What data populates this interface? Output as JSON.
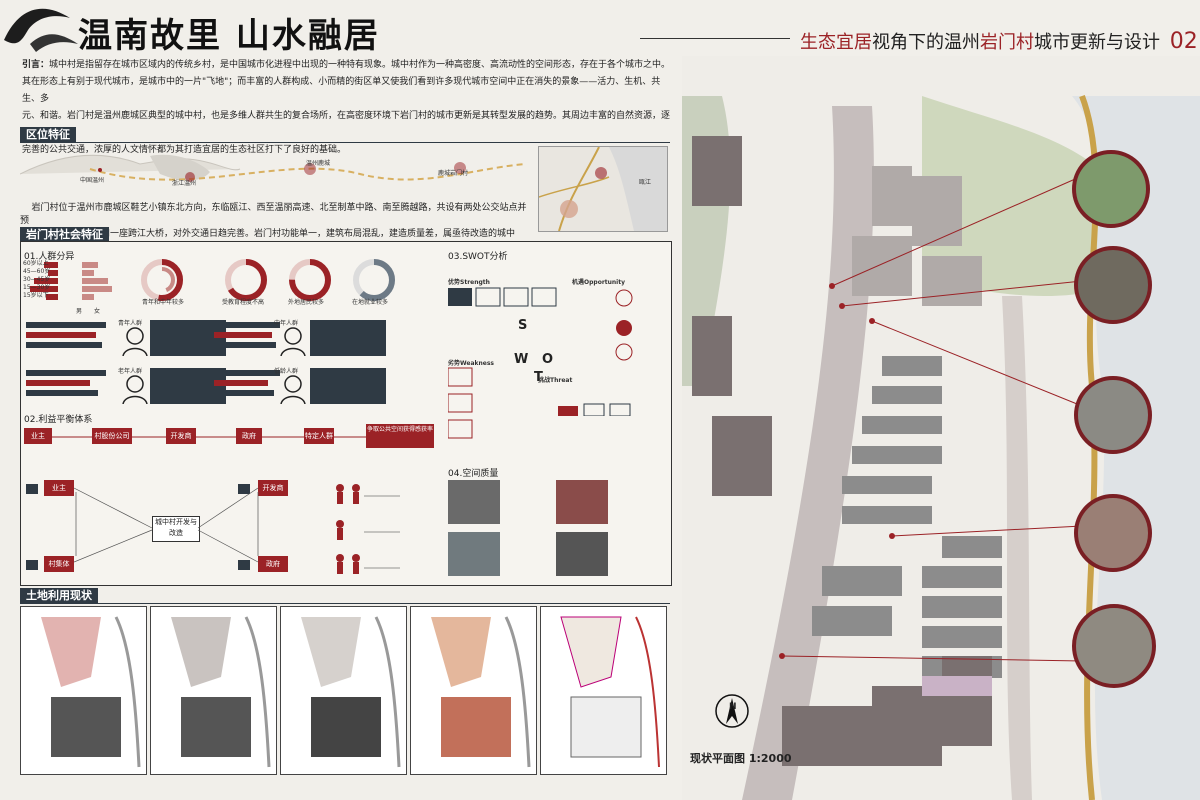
{
  "header": {
    "title": "温南故里 山水融居",
    "subtitle_pre": "生态宜居",
    "subtitle_mid": "视角下的温州",
    "subtitle_red": "岩门村",
    "subtitle_post": "城市更新与设计",
    "page_no": "02"
  },
  "intro": {
    "label": "引言：",
    "l1": "城中村是指留存在城市区域内的传统乡村，是中国城市化进程中出现的一种特有现象。城中村作为一种高密度、高流动性的空间形态，存在于各个城市之中。",
    "l2": "其在形态上有别于现代城市，是城市中的一片\"飞地\"；而丰富的人群构成、小而精的街区单又使我们看到许多现代城市空间中正在消失的景象——活力、生机、共生、多",
    "l3": "元、和谐。岩门村是温州鹿城区典型的城中村，也是多维人群共生的复合场所，在高密度环境下岩门村的城市更新是其转型发展的趋势。其周边丰富的自然资源，逐步",
    "l4": "完善的公共交通，浓厚的人文情怀都为其打造宜居的生态社区打下了良好的基础。"
  },
  "sections": {
    "location": "区位特征",
    "social": "岩门村社会特征",
    "landuse": "土地利用现状"
  },
  "location": {
    "places": [
      "中国温州",
      "浙江温州",
      "温州鹿城",
      "鹿城岩门村"
    ],
    "inset_label": "瓯江",
    "para1": "岩门村位于温州市鹿城区鞋艺小镇东北方向，东临瓯江、西至温丽高速、北至制革中路、南至腾越路，共设有两处公交站点并预",
    "para2": "计新增一处公交站点和一座跨江大桥，对外交通日趋完善。岩门村功能单一，建筑布局混乱，建造质量差，属亟待改造的城中村。"
  },
  "social": {
    "h1": "01.人群分异",
    "h2": "02.利益平衡体系",
    "h3": "03.SWOT分析",
    "h4": "04.空间质量",
    "age_groups": [
      "60岁以上",
      "45—60岁",
      "30—45岁",
      "15—30岁",
      "15岁以下"
    ],
    "gender": [
      "男",
      "女"
    ],
    "donuts": [
      "青年和中年较多",
      "受教育程度不高",
      "外地居民较多",
      "在地就业较多"
    ],
    "personas": [
      "青年人群",
      "中年人群",
      "老年人群",
      "低龄人群"
    ],
    "flow": [
      "业主",
      "村股份公司",
      "开发商",
      "政府",
      "特定人群",
      "争取公共空间获得感获率"
    ],
    "stake_left": [
      "业主",
      "村集体"
    ],
    "stake_right": [
      "开发商",
      "政府"
    ],
    "center": "城中村开发与改造",
    "swot": {
      "s": "优势Strength",
      "o": "机遇Opportunity",
      "w": "劣势Weakness",
      "t": "挑战Threat",
      "letters": [
        "S",
        "W",
        "O",
        "T"
      ]
    }
  },
  "plan": {
    "caption": "现状平面图 1:2000",
    "north": "N"
  },
  "colors": {
    "accent": "#9b2226",
    "dark": "#2f3a44",
    "paper": "#f1efea",
    "green": "#cfd8bd"
  }
}
